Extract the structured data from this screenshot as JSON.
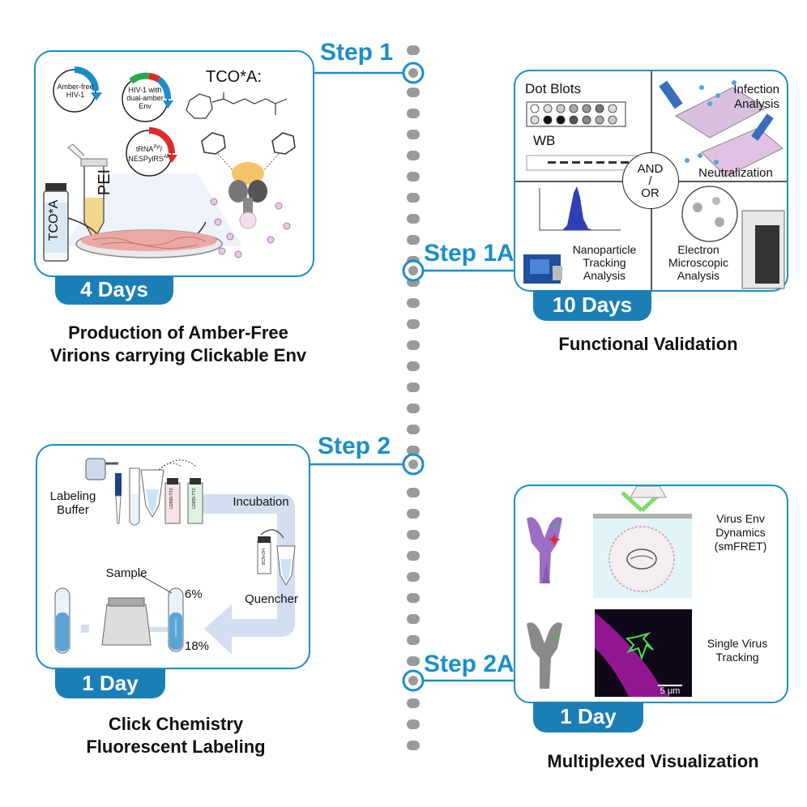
{
  "steps": {
    "step1": "Step 1",
    "step1a": "Step 1A",
    "step2": "Step 2",
    "step2a": "Step 2A"
  },
  "panel1": {
    "duration": "4 Days",
    "caption_line1": "Production of Amber-Free",
    "caption_line2": "Virions carrying Clickable Env",
    "tco_title": "TCO*A:",
    "plasmid1_line1": "Amber-free",
    "plasmid1_line2": "HIV-1",
    "plasmid2_line1": "HIV-1 with",
    "plasmid2_line2": "dual-amber",
    "plasmid2_line3": "Env",
    "plasmid3_line1": "tRNA",
    "plasmid3_sup1": "Pyl",
    "plasmid3_line1b": "/",
    "plasmid3_line2": "NESPylRS",
    "plasmid3_sup2": "AF",
    "pei": "PEI",
    "vial": "TCO*A"
  },
  "panel1a": {
    "duration": "10 Days",
    "caption": "Functional Validation",
    "dot_blots": "Dot Blots",
    "wb": "WB",
    "infection_line1": "Infection",
    "infection_line2": "Analysis",
    "neutralization": "Neutralization",
    "and": "AND",
    "slash": "/",
    "or": "OR",
    "nta_line1": "Nanoparticle",
    "nta_line2": "Tracking",
    "nta_line3": "Analysis",
    "em_line1": "Electron",
    "em_line2": "Microscopic",
    "em_line3": "Analysis"
  },
  "panel2": {
    "duration": "1 Day",
    "caption_line1": "Click Chemistry",
    "caption_line2": "Fluorescent Labeling",
    "labeling_line1": "Labeling",
    "labeling_line2": "Buffer",
    "incubation": "Incubation",
    "quencher": "Quencher",
    "sample": "Sample",
    "pct_top": "6%",
    "pct_bottom": "18%",
    "tube1_label": "LD555-TTZ",
    "tube2_label": "LD655-TTZ",
    "quencher_label": "BCN-OH"
  },
  "panel2a": {
    "duration": "1 Day",
    "caption": "Multiplexed Visualization",
    "env_line1": "Virus Env",
    "env_line2": "Dynamics",
    "env_line3": "(smFRET)",
    "track_line1": "Single Virus",
    "track_line2": "Tracking",
    "scale_bar": "5 μm"
  },
  "colors": {
    "accent": "#1b8ec8",
    "tab": "#1b7fb6",
    "dots": "#9a9a9a",
    "env_purple": "#9b6fc6",
    "env_grey": "#8a8a8a",
    "star_red": "#e8253a",
    "star_green": "#39c24a",
    "arrow_blue": "#d3dff0"
  }
}
